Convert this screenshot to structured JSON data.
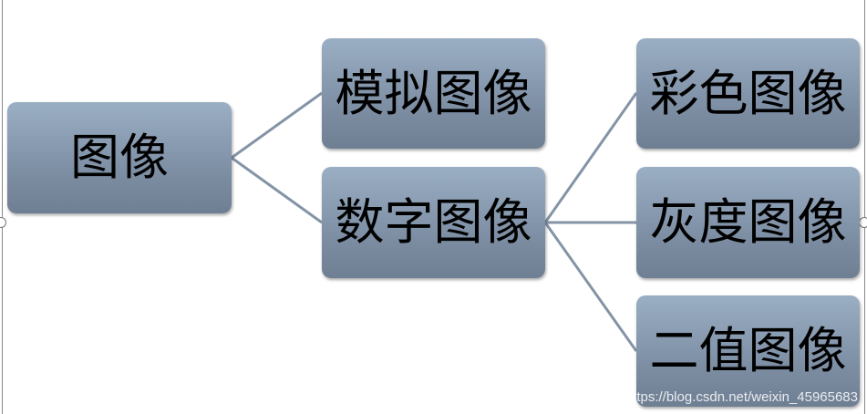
{
  "diagram": {
    "root": "图像",
    "level1": [
      "模拟图像",
      "数字图像"
    ],
    "level2": [
      "彩色图像",
      "灰度图像",
      "二值图像"
    ],
    "line_color": "#8494a6"
  },
  "watermark": "https://blog.csdn.net/weixin_45965683"
}
